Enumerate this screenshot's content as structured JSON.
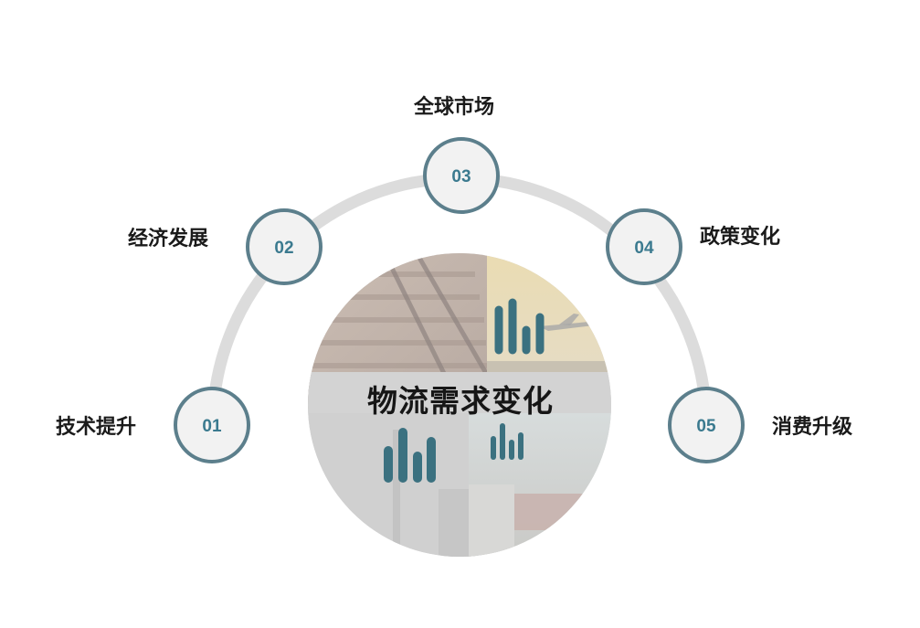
{
  "center": {
    "title": "物流需求变化"
  },
  "nodes": [
    {
      "num": "01",
      "label": "技术提升"
    },
    {
      "num": "02",
      "label": "经济发展"
    },
    {
      "num": "03",
      "label": "全球市场"
    },
    {
      "num": "04",
      "label": "政策变化"
    },
    {
      "num": "05",
      "label": "消费升级"
    }
  ],
  "colors": {
    "arc": "#dcdcdc",
    "node_border": "#5c7f8c",
    "node_fill": "#f2f2f2",
    "number": "#3b7a8f",
    "bar_icon": "#3b7180"
  },
  "icons": [
    "bar-chart-icon",
    "bar-chart-icon",
    "bar-chart-icon"
  ]
}
